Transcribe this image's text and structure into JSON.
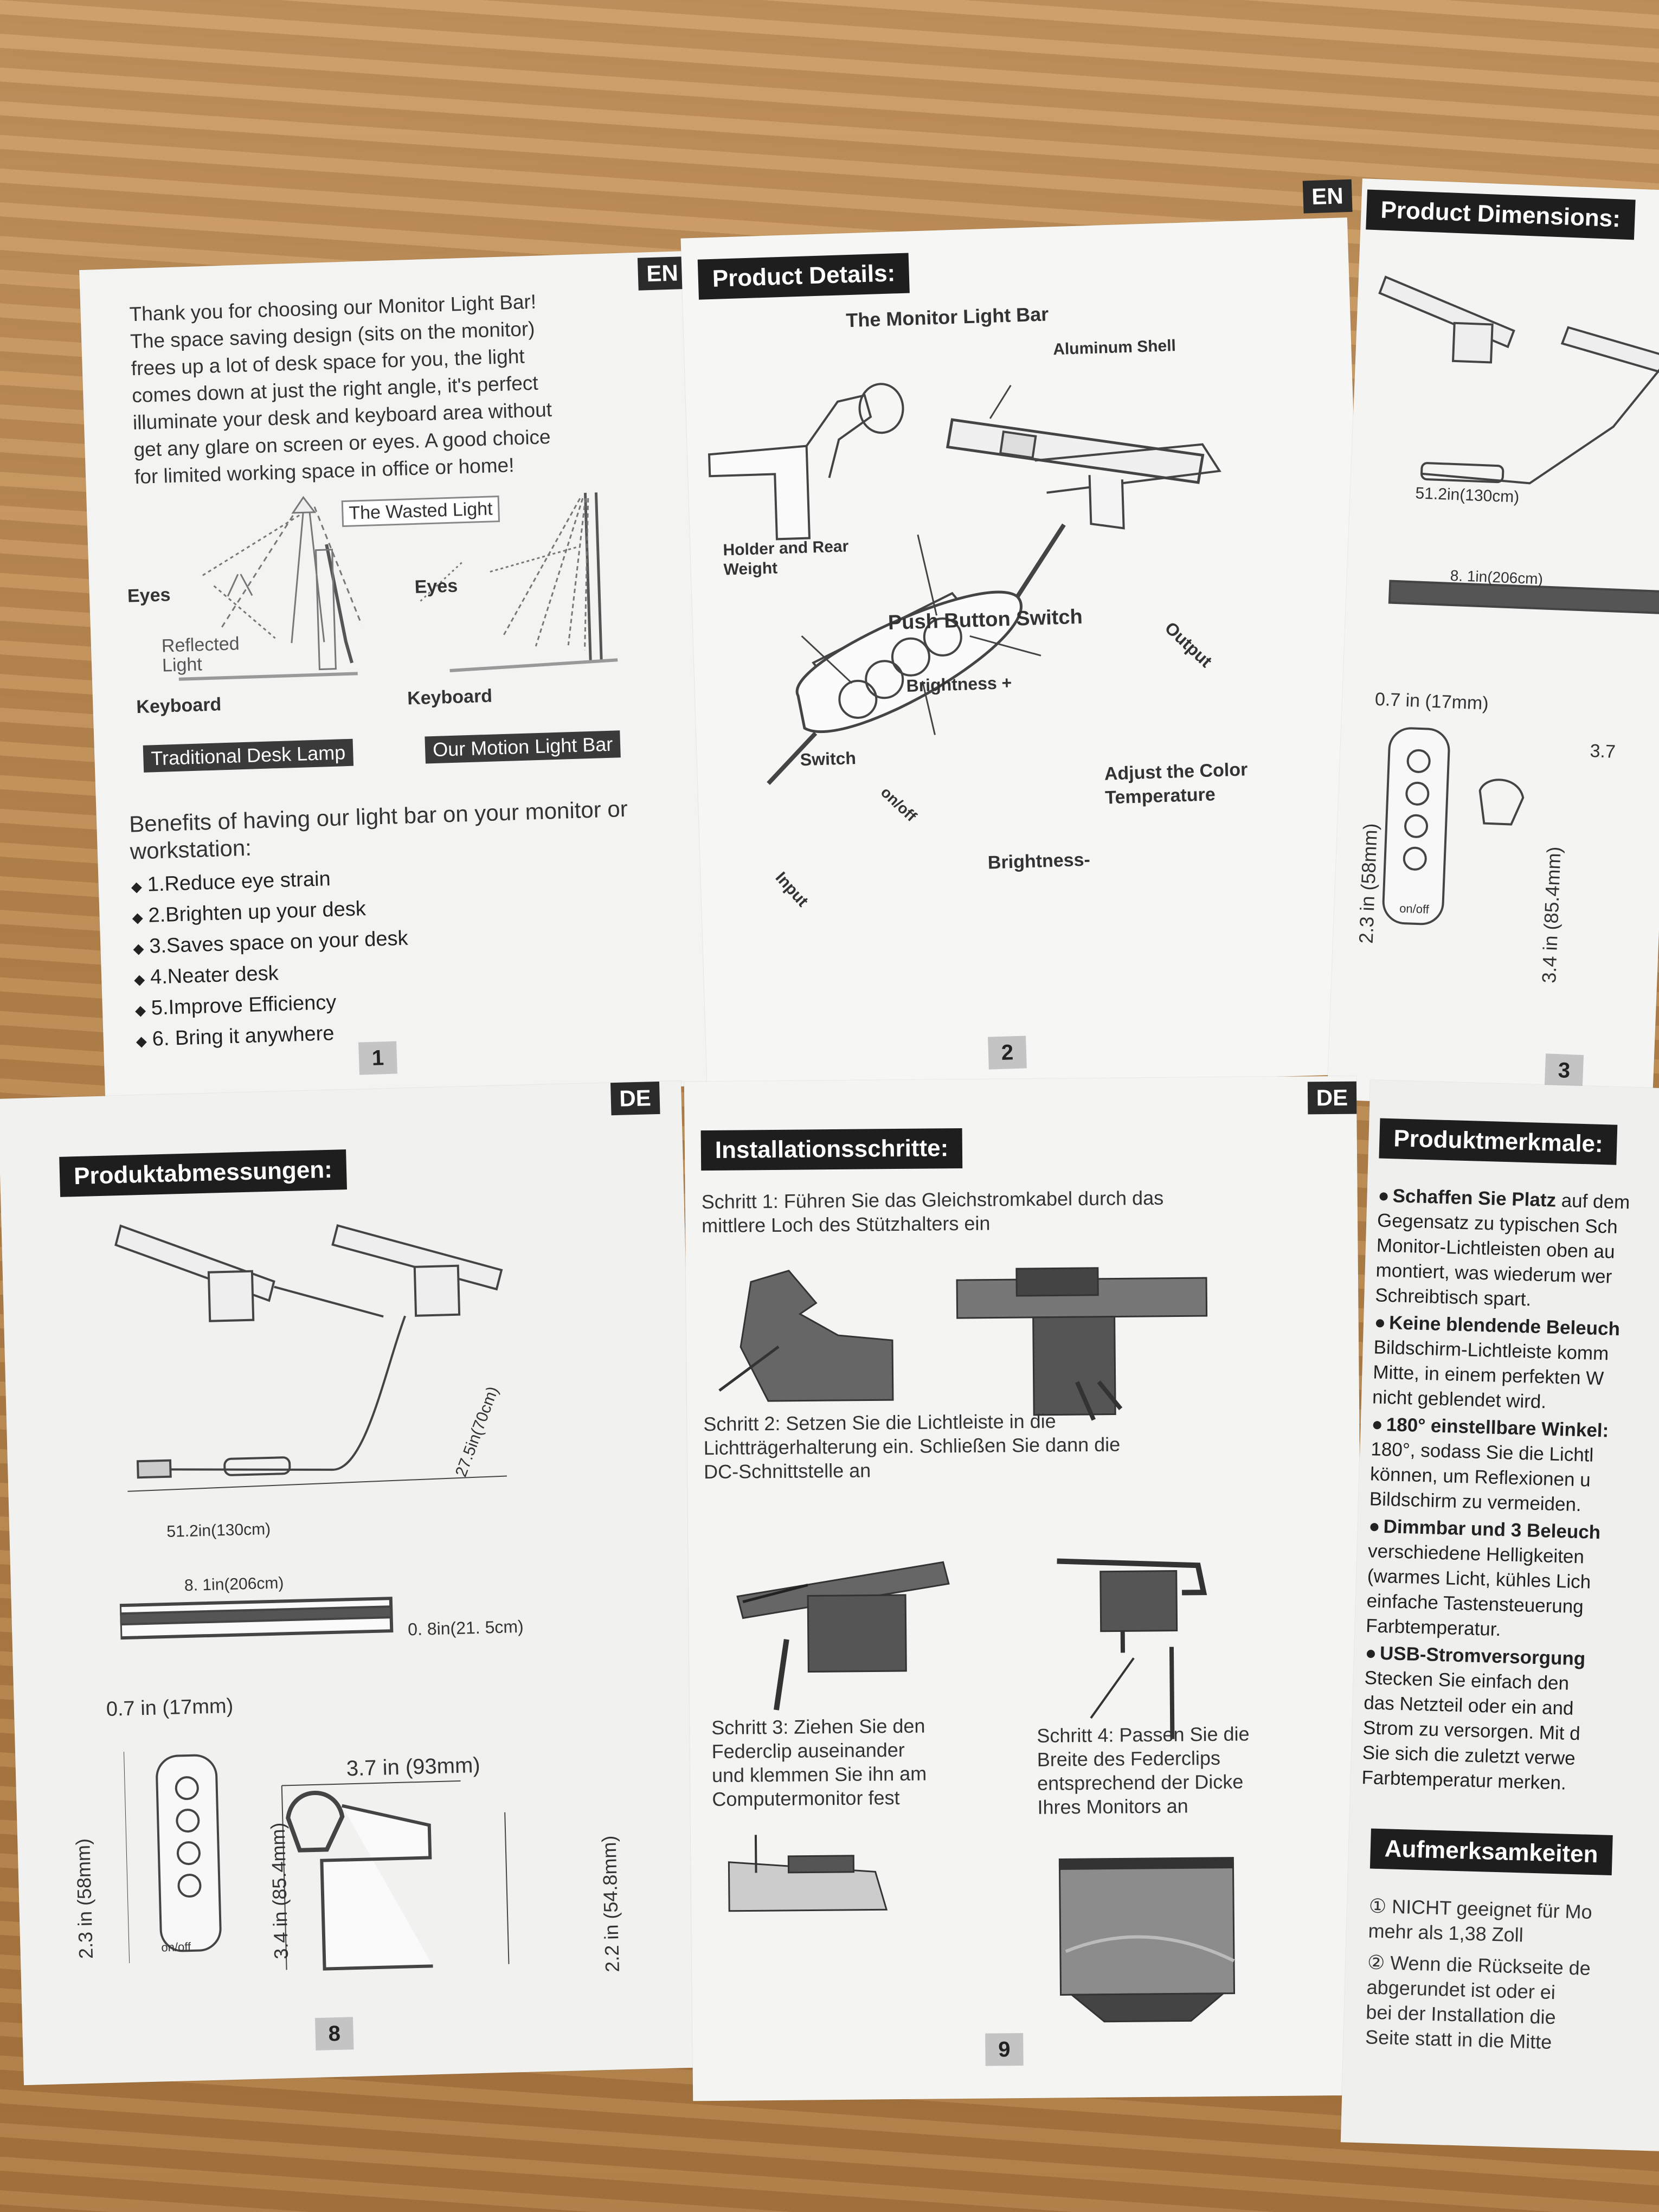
{
  "lang_en": "EN",
  "lang_de": "DE",
  "panel1": {
    "intro": [
      "Thank you for choosing our Monitor Light Bar!",
      "The space saving design (sits on the monitor)",
      "frees up a lot of desk space for you, the light",
      "comes down at just the right angle, it's perfect",
      "illuminate your desk and keyboard area without",
      "get any glare on screen or eyes. A good choice",
      "for limited working space in office or home!"
    ],
    "wasted_light": "The Wasted Light",
    "eyes": "Eyes",
    "reflected_light": "Reflected Light",
    "keyboard": "Keyboard",
    "caption_left": "Traditional Desk Lamp",
    "caption_right": "Our Motion Light Bar",
    "benefits_title": "Benefits of having our light bar on your monitor or workstation:",
    "benefits": [
      "1.Reduce eye strain",
      "2.Brighten up your desk",
      "3.Saves space on your desk",
      "4.Neater desk",
      "5.Improve Efficiency",
      "6. Bring it anywhere"
    ],
    "page": "1"
  },
  "panel2": {
    "heading": "Product Details:",
    "title": "The Monitor Light Bar",
    "aluminum_shell": "Aluminum Shell",
    "holder": "Holder and Rear Weight",
    "switch_title": "Push Button Switch",
    "brightness_plus": "Brightness +",
    "output": "Output",
    "switch": "Switch",
    "adjust_color": "Adjust the Color Temperature",
    "onoff": "on/off",
    "brightness_minus": "Brightness-",
    "input": "Input",
    "page": "2"
  },
  "panel3": {
    "heading": "Product Dimensions:",
    "cable": "51.2in(130cm)",
    "bar_len": "8. 1in(206cm)",
    "width": "0.7 in (17mm)",
    "height": "2.3 in (58mm)",
    "height2": "3.4 in (85.4mm)",
    "partial": "3.7",
    "onoff": "on/off",
    "page": "3"
  },
  "panel4": {
    "heading": "Produktabmessungen:",
    "cable": "51.2in(130cm)",
    "cable2": "27.5in(70cm)",
    "bar_len": "8. 1in(206cm)",
    "bar_h": "0. 8in(21. 5cm)",
    "width": "0.7 in (17mm)",
    "height": "2.3 in (58mm)",
    "clip_w": "3.7 in (93mm)",
    "clip_h": "3.4 in (85.4mm)",
    "clip_h2": "2.2 in (54.8mm)",
    "onoff": "on/off",
    "page": "8"
  },
  "panel5": {
    "heading": "Installationsschritte:",
    "step1": [
      "Schritt 1: Führen Sie das Gleichstromkabel durch das",
      "mittlere Loch des Stützhalters ein"
    ],
    "step2": [
      "Schritt 2: Setzen Sie die Lichtleiste in die",
      "Lichtträgerhalterung ein. Schließen Sie dann die",
      "DC-Schnittstelle an"
    ],
    "step3": [
      "Schritt 3: Ziehen Sie den",
      "Federclip auseinander",
      "und klemmen Sie ihn am",
      "Computermonitor fest"
    ],
    "step4": [
      "Schritt 4: Passen Sie die",
      "Breite des Federclips",
      "entsprechend der Dicke",
      "Ihres Monitors an"
    ],
    "page": "9"
  },
  "panel6": {
    "heading": "Produktmerkmale:",
    "features": [
      {
        "bold": "Schaffen Sie Platz",
        "rest": [
          "auf dem",
          "Gegensatz zu typischen Sch",
          "Monitor-Lichtleisten oben au",
          "montiert, was wiederum wer",
          "Schreibtisch spart."
        ]
      },
      {
        "bold": "Keine blendende Beleuch",
        "rest": [
          "Bildschirm-Lichtleiste komm",
          "Mitte, in einem perfekten W",
          "nicht geblendet wird."
        ]
      },
      {
        "bold": "180° einstellbare Winkel:",
        "rest": [
          "180°, sodass Sie die Lichtl",
          "können, um Reflexionen u",
          "Bildschirm zu vermeiden."
        ]
      },
      {
        "bold": "Dimmbar und 3 Beleuch",
        "rest": [
          "verschiedene Helligkeiten",
          "(warmes Licht, kühles Lich",
          "einfache Tastensteuerung",
          "Farbtemperatur."
        ]
      },
      {
        "bold": "USB-Stromversorgung",
        "rest": [
          "Stecken Sie einfach den",
          "das Netzteil oder ein and",
          "Strom zu versorgen. Mit d",
          "Sie sich die zuletzt verwe",
          "Farbtemperatur merken."
        ]
      }
    ],
    "attention_heading": "Aufmerksamkeiten",
    "attention": [
      [
        "① NICHT geeignet für Mo",
        "mehr als 1,38 Zoll"
      ],
      [
        "② Wenn die Rückseite de",
        "abgerundet ist oder ei",
        "bei der Installation die",
        "Seite statt in die Mitte"
      ]
    ]
  }
}
